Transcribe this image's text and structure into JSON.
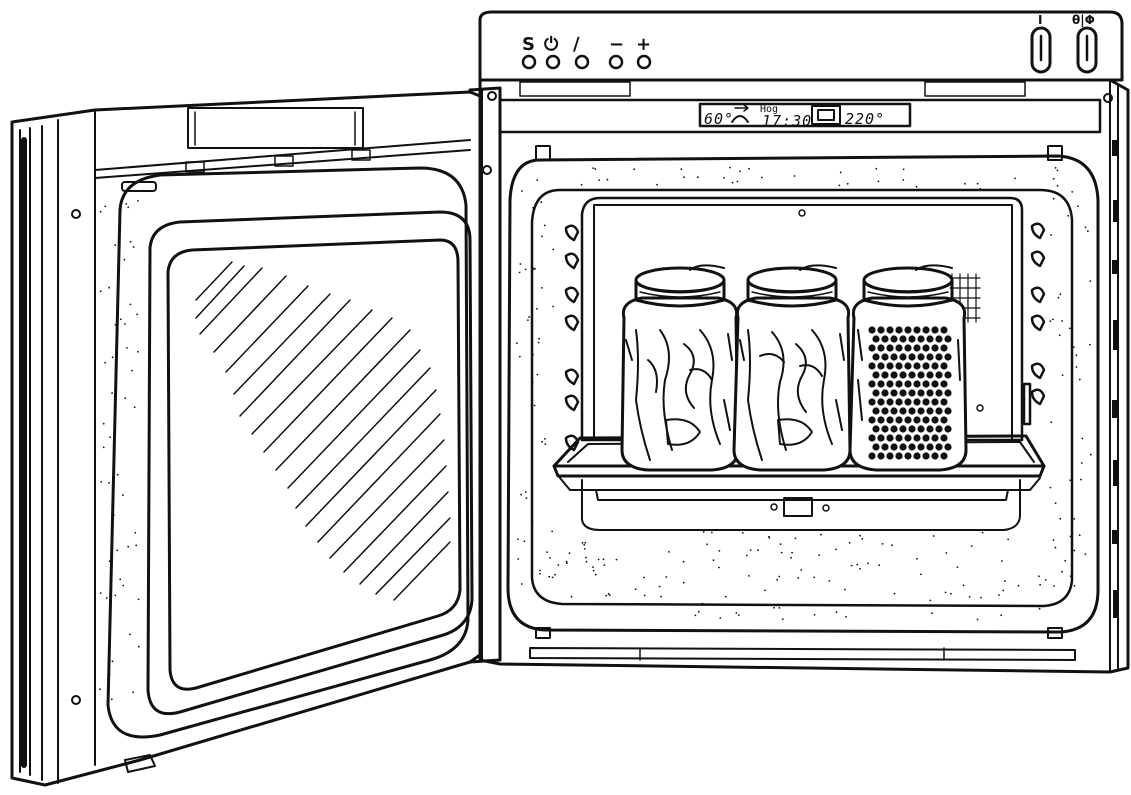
{
  "panel": {
    "button_symbols": [
      "S",
      "⏻",
      "∕",
      "−",
      "+"
    ],
    "knob_labels": [
      "I",
      "θ|Φ"
    ],
    "display": {
      "left_value": "60°",
      "top_label": "Hog",
      "time": "17:30",
      "right_value": "220°"
    }
  },
  "contents": {
    "jars": [
      {
        "content": "cucumbers"
      },
      {
        "content": "cucumbers"
      },
      {
        "content": "peas"
      }
    ]
  },
  "colors": {
    "ink": "#111111",
    "paper": "#ffffff"
  }
}
